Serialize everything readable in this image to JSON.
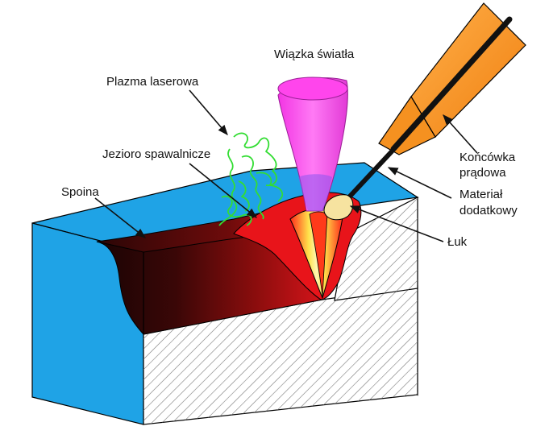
{
  "labels": {
    "light_beam": "Wiązka światła",
    "laser_plasma": "Plazma laserowa",
    "weld_pool": "Jezioro spawalnicze",
    "weld": "Spoina",
    "contact_tip_line1": "Końcówka",
    "contact_tip_line2": "prądowa",
    "filler_line1": "Materiał",
    "filler_line2": "dodatkowy",
    "arc": "Łuk"
  },
  "colors": {
    "steel_face": "#1fa3e6",
    "hatch": "#777777",
    "weld_dark": "#2a0606",
    "weld_red": "#e8141a",
    "beam_magenta": "#ff55ee",
    "plasma_green": "#33dd33",
    "torch_orange": "#f7931e",
    "wire": "#111111",
    "arc_cream": "#f6e3a0"
  }
}
